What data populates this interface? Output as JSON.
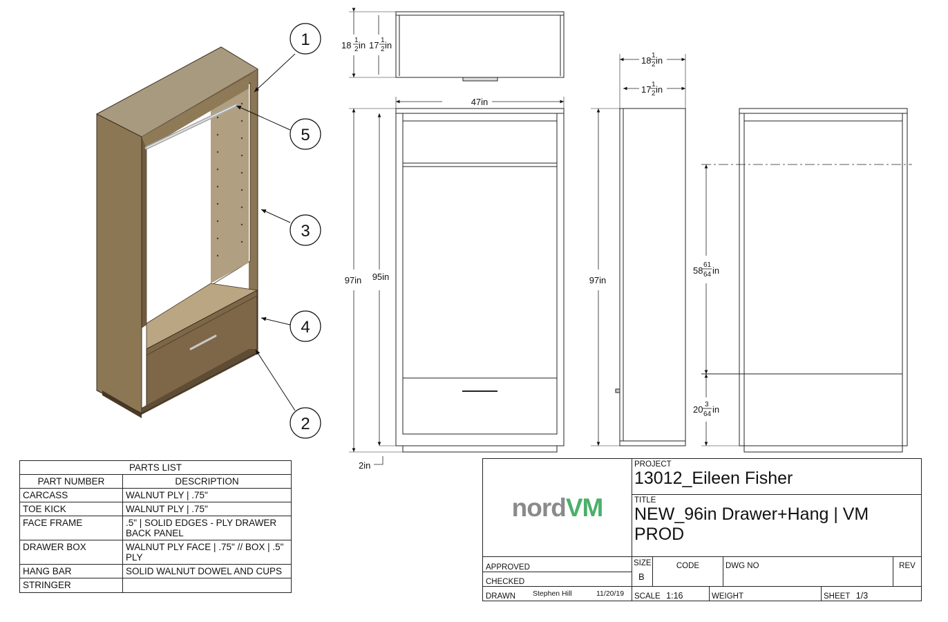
{
  "callouts": [
    "1",
    "5",
    "3",
    "4",
    "2"
  ],
  "dimensions": {
    "top_outer": {
      "whole": "18",
      "num": "1",
      "den": "2",
      "unit": "in"
    },
    "top_inner": {
      "whole": "17",
      "num": "1",
      "den": "2",
      "unit": "in"
    },
    "side_outer": {
      "whole": "18",
      "num": "1",
      "den": "2",
      "unit": "in"
    },
    "side_inner": {
      "whole": "17",
      "num": "1",
      "den": "2",
      "unit": "in"
    },
    "width": "47in",
    "front_height_outer": "97in",
    "front_height_inner": "95in",
    "side_height": "97in",
    "hang_height": {
      "whole": "58",
      "num": "61",
      "den": "64",
      "unit": "in"
    },
    "drawer_height": {
      "whole": "20",
      "num": "3",
      "den": "64",
      "unit": "in"
    },
    "toe_kick": "2in"
  },
  "parts_list": {
    "title": "PARTS LIST",
    "headers": [
      "PART NUMBER",
      "DESCRIPTION"
    ],
    "rows": [
      [
        "CARCASS",
        "WALNUT PLY | .75\""
      ],
      [
        "TOE KICK",
        "WALNUT PLY | .75\""
      ],
      [
        "FACE FRAME",
        ".5\" | SOLID EDGES - PLY DRAWER BACK PANEL"
      ],
      [
        "DRAWER BOX",
        "WALNUT PLY FACE | .75\" // BOX | .5\" PLY"
      ],
      [
        "HANG BAR",
        "SOLID WALNUT DOWEL AND CUPS"
      ],
      [
        "STRINGER",
        ""
      ]
    ]
  },
  "title_block": {
    "logo_part1": "nord",
    "logo_part2": "VM",
    "project_label": "PROJECT",
    "project": "13012_Eileen Fisher",
    "title_label": "TITLE",
    "title": "NEW_96in Drawer+Hang | VM PROD",
    "approved_label": "APPROVED",
    "checked_label": "CHECKED",
    "drawn_label": "DRAWN",
    "drawn_by": "Stephen Hill",
    "drawn_date": "11/20/19",
    "size_label": "SIZE",
    "size": "B",
    "code_label": "CODE",
    "dwg_label": "DWG NO",
    "rev_label": "REV",
    "scale_label": "SCALE",
    "scale": "1:16",
    "weight_label": "WEIGHT",
    "sheet_label": "SHEET",
    "sheet": "1/3"
  },
  "colors": {
    "wood_top": "#a39175",
    "wood_side": "#857152",
    "wood_dark": "#6e5c44",
    "logo_grey": "#8a8a8a",
    "logo_green": "#4caf6a"
  }
}
